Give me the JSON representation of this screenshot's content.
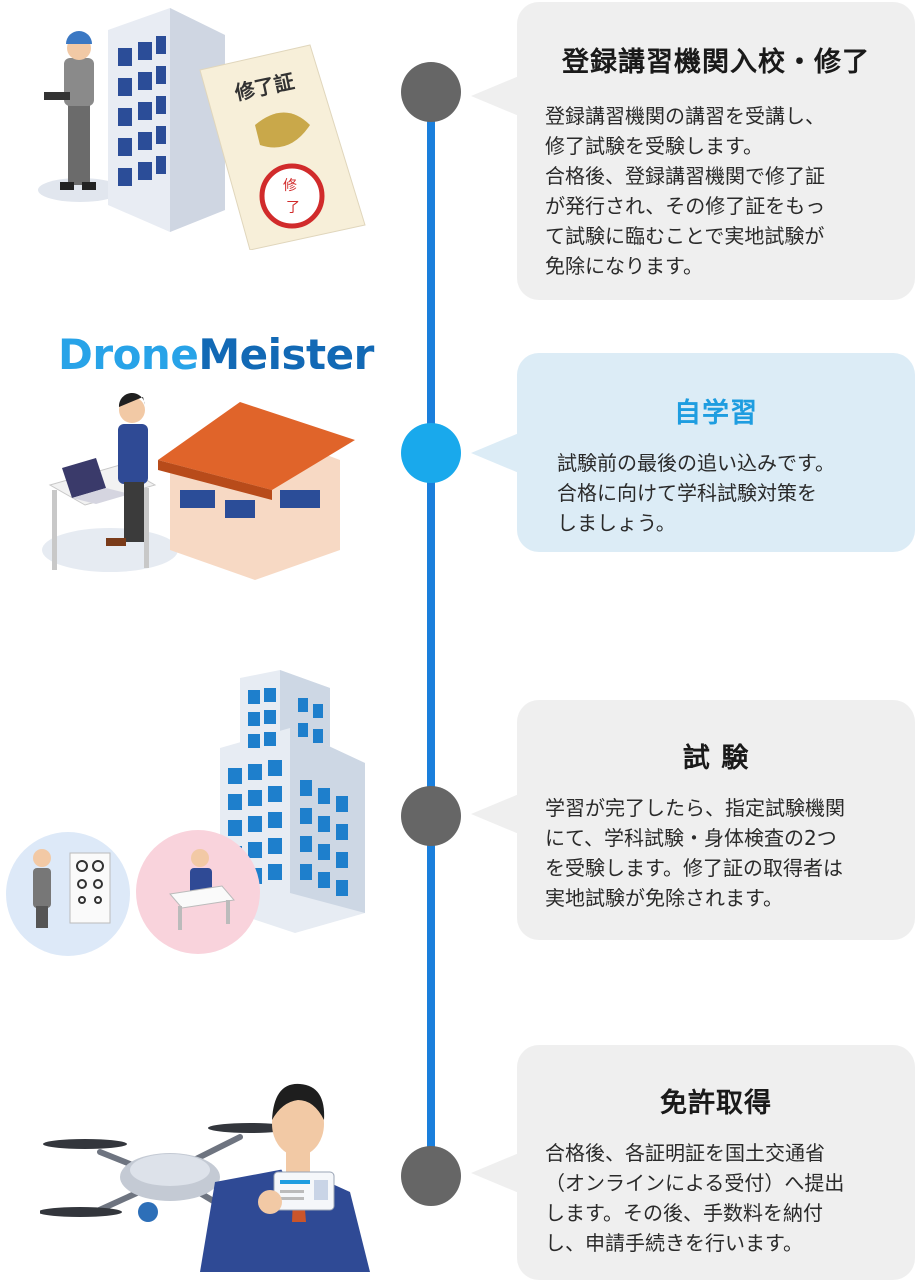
{
  "steps": [
    {
      "title": "登録講習機関入校・修了",
      "body": "登録講習機関の講習を受講し、\n修了試験を受験します。\n合格後、登録講習機関で修了証\nが発行され、その修了証をもっ\nて試験に臨むことで実地試験が\n免除になります。"
    },
    {
      "title": "自学習",
      "body": "試験前の最後の追い込みです。\n合格に向けて学科試験対策を\nしましょう。"
    },
    {
      "title": "試 験",
      "body": "学習が完了したら、指定試験機関\nにて、学科試験・身体検査の2つ\nを受験します。修了証の取得者は\n実地試験が免除されます。"
    },
    {
      "title": "免許取得",
      "body": "合格後、各証明証を国土交通省\n（オンラインによる受付）へ提出\nします。その後、手数料を納付\nし、申請手続きを行います。"
    }
  ],
  "brand": {
    "part1": "Drone",
    "part2": "Meister"
  },
  "certificate": {
    "title": "修了証",
    "stamp_top": "修",
    "stamp_bottom": "了"
  },
  "colors": {
    "timeline": "#1a7fdc",
    "active_node": "#19a9ec",
    "node": "#666666",
    "card": "#efefef",
    "card_active": "#dcecf6"
  }
}
